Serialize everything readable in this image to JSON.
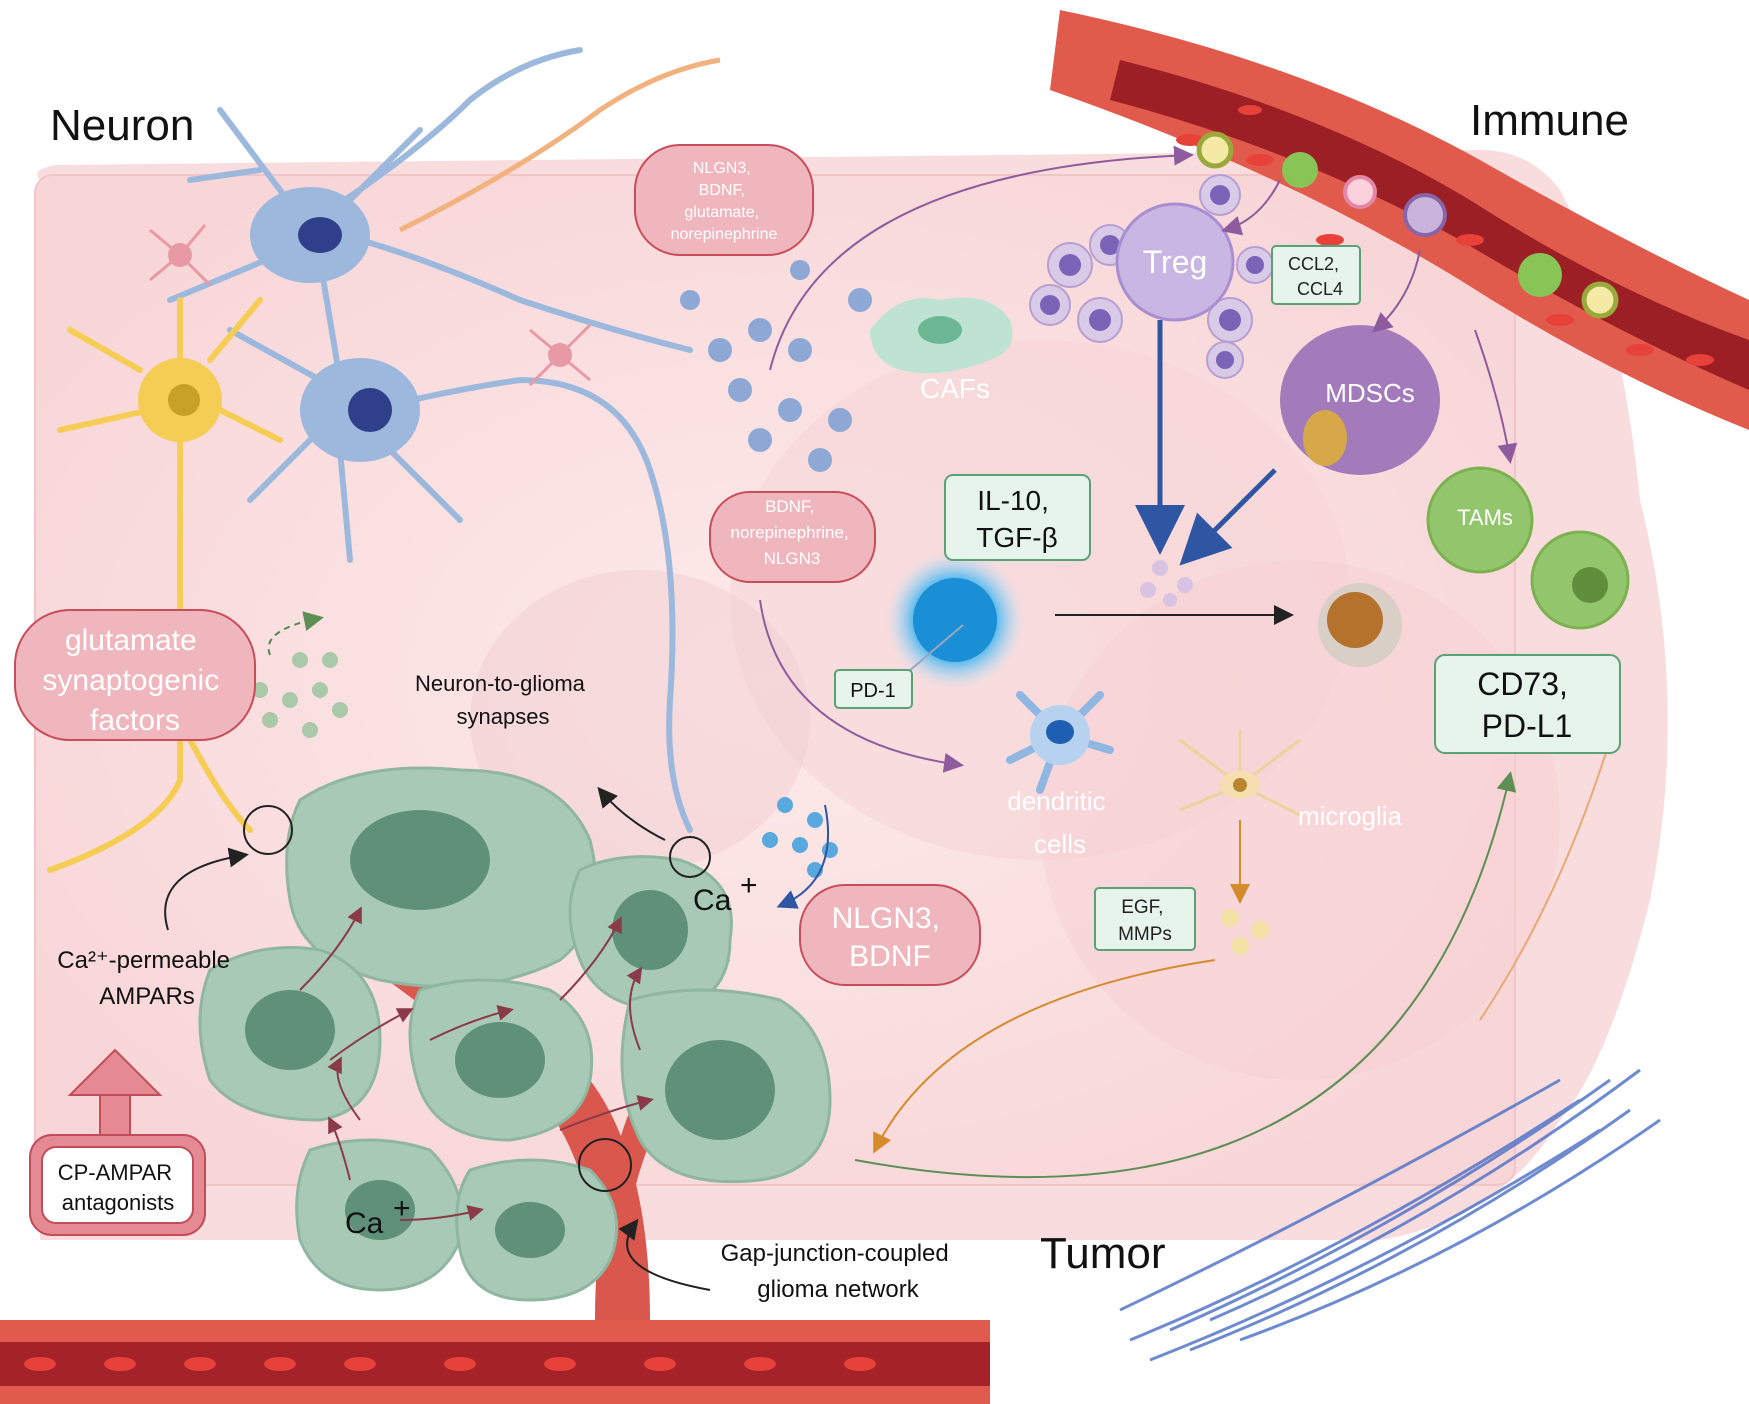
{
  "headings": {
    "neuron": "Neuron",
    "immune": "Immune",
    "tumor": "Tumor"
  },
  "pills": {
    "top_factors": [
      "NLGN3,",
      "BDNF,",
      "glutamate,",
      "norepinephrine"
    ],
    "mid_factors": [
      "BDNF,",
      "norepinephrine,",
      "NLGN3"
    ],
    "glutamate": [
      "glutamate",
      "synaptogenic",
      "factors"
    ],
    "nlgn3_bdnf": [
      "NLGN3,",
      "BDNF"
    ]
  },
  "boxes": {
    "ccl": [
      "CCL2,",
      "CCL4"
    ],
    "il10": [
      "IL-10,",
      "TGF-β"
    ],
    "pd1": "PD-1",
    "egf": [
      "EGF,",
      "MMPs"
    ],
    "cd73": [
      "CD73,",
      "PD-L1"
    ],
    "cp_ampar": [
      "CP-AMPAR",
      "antagonists"
    ]
  },
  "cells": {
    "treg": "Treg",
    "mdscs": "MDSCs",
    "tams": "TAMs",
    "cafs": "CAFs",
    "dendritic": [
      "dendritic",
      "cells"
    ],
    "microglia": "microglia"
  },
  "annotations": {
    "synapses": [
      "Neuron-to-glioma",
      "synapses"
    ],
    "ampars": [
      "Ca²⁺-permeable",
      "AMPARs"
    ],
    "ca_top": "Ca",
    "ca_bottom": "Ca",
    "plus": "+",
    "gap": [
      "Gap-junction-coupled",
      "glioma network"
    ]
  },
  "colors": {
    "background_pink": "#fbe3e3",
    "vessel_red": "#c0392b",
    "glioma_green": "#a8c9b5",
    "neuron_blue": "#9db8dd",
    "box_green": "#e6f4ec",
    "pill_pink": "#f0b6bd"
  }
}
